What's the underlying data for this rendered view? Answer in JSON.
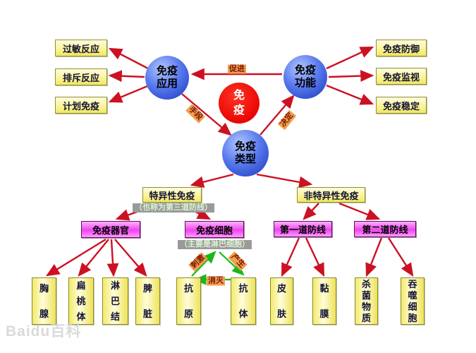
{
  "center_node": {
    "label": "免疫"
  },
  "main_nodes": {
    "application": "免疫应用",
    "function": "免疫功能",
    "type": "免疫类型"
  },
  "edge_labels": {
    "promote": "促进",
    "means": "手段",
    "determine": "决定",
    "stimulate": "刺激",
    "produce": "产生",
    "destroy": "消灭"
  },
  "application_children": [
    "过敏反应",
    "排斥反应",
    "计划免疫"
  ],
  "function_children": [
    "免疫防御",
    "免疫监视",
    "免疫稳定"
  ],
  "type_branches": {
    "specific": {
      "label": "特异性免疫",
      "note": "（也称为第三道防线）"
    },
    "nonspecific": {
      "label": "非特异性免疫"
    }
  },
  "level3": {
    "organ": {
      "label": "免疫器官"
    },
    "cell": {
      "label": "免疫细胞",
      "note": "（主要是淋巴细胞）"
    },
    "line1": {
      "label": "第一道防线"
    },
    "line2": {
      "label": "第二道防线"
    }
  },
  "leaves": {
    "organ": [
      "胸腺",
      "扁桃体",
      "淋巴结",
      "脾脏"
    ],
    "cell": [
      "抗原",
      "抗体"
    ],
    "line1": [
      "皮肤",
      "黏膜"
    ],
    "line2": [
      "杀菌物质",
      "吞噬细胞"
    ]
  },
  "watermark": "Baidu百科",
  "colors": {
    "arrow_red": "#cc1122",
    "arrow_green": "#18b818",
    "node_blue": "#3355dd",
    "center_red": "#ee0a0a",
    "box_yellow": "#f8f188",
    "box_magenta": "#ee44ee",
    "label_orange": "#f0a050"
  }
}
